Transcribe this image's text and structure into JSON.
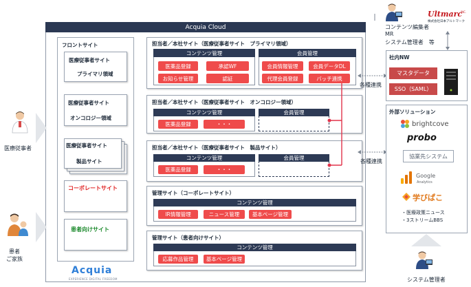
{
  "acquia_cloud": {
    "title": "Acquia Cloud"
  },
  "front_site": {
    "title": "フロントサイト",
    "items": [
      {
        "line1": "医療従事者サイト",
        "line2": "プライマリ領域"
      },
      {
        "line1": "医療従事者サイト",
        "line2": "オンコロジー領域"
      },
      {
        "line1": "医療従事者サイト",
        "line2": "製品サイト"
      }
    ],
    "corporate": "コーポレートサイト",
    "patient": "患者向けサイト"
  },
  "panels": {
    "primary": {
      "title": "担当者／本社サイト（医療従事者サイト　プライマリ領域）",
      "content_header": "コンテンツ管理",
      "content_items": [
        "医薬品登録",
        "承認WF",
        "お知らせ管理",
        "認証"
      ],
      "member_header": "会員管理",
      "member_items": [
        "会員情報管理",
        "会員データDL",
        "代理会員登録",
        "バッチ連携"
      ]
    },
    "oncology": {
      "title": "担当者／本社サイト（医療従事者サイト　オンコロジー領域）",
      "content_header": "コンテンツ管理",
      "content_items": [
        "医薬品登録",
        "・・・"
      ],
      "member_header": "会員管理"
    },
    "product": {
      "title": "担当者／本社サイト（医療従事者サイト　製品サイト）",
      "content_header": "コンテンツ管理",
      "content_items": [
        "医薬品登録",
        "・・・"
      ],
      "member_header": "会員管理"
    },
    "corporate": {
      "title": "管理サイト（コーポレートサイト）",
      "content_header": "コンテンツ管理",
      "content_items": [
        "IR情報管理",
        "ニュース管理",
        "基本ページ管理"
      ]
    },
    "patient": {
      "title": "管理サイト（患者向けサイト）",
      "content_header": "コンテンツ管理",
      "content_items": [
        "応募作品管理",
        "基本ページ管理"
      ]
    }
  },
  "left_actors": {
    "medical": "医療従事者",
    "patient_line1": "患者",
    "patient_line2": "ご家族"
  },
  "acquia_logo": {
    "name": "Acquia",
    "tagline": "EXPERIENCE DIGITAL FREEDOM"
  },
  "top_actor": {
    "lines": [
      "コンテンツ編集者",
      "MR",
      "システム管理者　等"
    ]
  },
  "ultmarc": {
    "name": "Ultmarc",
    "suffix": "INC.",
    "subtitle": "株式会社日本アルトマーク"
  },
  "internal_nw": {
    "title": "社内NW",
    "items": [
      "マスタデータ",
      "SSO（SAML）"
    ]
  },
  "external": {
    "title": "外部ソリューション",
    "brightcove": "brightcove",
    "probo": "probo",
    "kyokai": "協業先システム",
    "google": "Google",
    "analytics": "Analytics",
    "manabipa": "学びぱこ",
    "bullets": [
      "・医療政策ニュース",
      "・3ストリームBBS"
    ]
  },
  "links": {
    "label1": "各種連携",
    "label2": "各種連携"
  },
  "bottom_actor": {
    "label": "システム管理者"
  },
  "colors": {
    "navy": "#2d3a55",
    "red": "#ef4b4b",
    "connector": "#e2334a"
  }
}
